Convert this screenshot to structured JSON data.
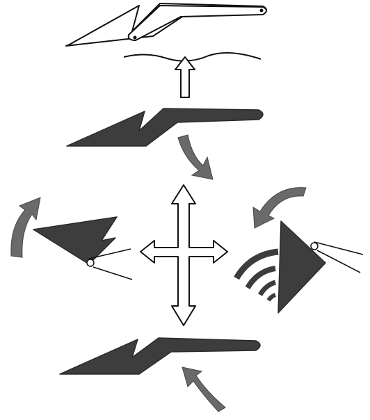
{
  "figure": {
    "background": "#ffffff",
    "ink": "#111111",
    "dark_fill": "#3d3d3d",
    "arrow_fill": "#6a6a6a",
    "outline_fill": "#ffffff",
    "text_labels": []
  },
  "elements": [
    {
      "name": "outline-hinged-lever-top",
      "kind": "lever-outline"
    },
    {
      "name": "wavy-surface-line",
      "kind": "surface"
    },
    {
      "name": "up-arrow-outline",
      "kind": "arrow-hollow"
    },
    {
      "name": "dark-wedge-lever-upper",
      "kind": "lever-solid"
    },
    {
      "name": "curved-arrow-down-right",
      "kind": "arrow-solid-curved"
    },
    {
      "name": "four-way-arrow-outline",
      "kind": "arrow-hollow-cross"
    },
    {
      "name": "curved-arrow-up-left",
      "kind": "arrow-solid-curved"
    },
    {
      "name": "wedge-lever-left-hinged",
      "kind": "lever-solid"
    },
    {
      "name": "curved-arrow-top-right",
      "kind": "arrow-solid-curved"
    },
    {
      "name": "triangle-lever-right-hinged",
      "kind": "lever-solid"
    },
    {
      "name": "vibration-wave-arcs",
      "kind": "signal-arcs"
    },
    {
      "name": "dark-wedge-lever-lower",
      "kind": "lever-solid"
    },
    {
      "name": "curved-arrow-bottom-up",
      "kind": "arrow-solid-curved"
    }
  ]
}
